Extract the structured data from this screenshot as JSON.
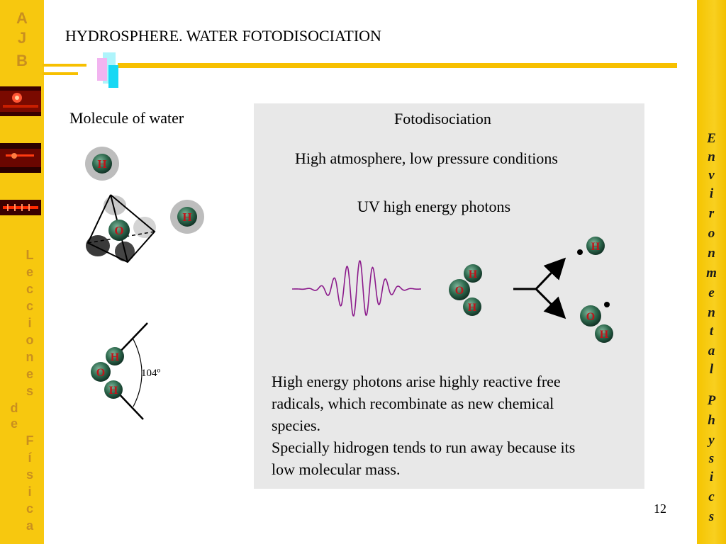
{
  "brand": {
    "logo_letters": [
      "A",
      "J",
      "B"
    ],
    "left_vertical_text": [
      "L",
      "e",
      "c",
      "c",
      "i",
      "o",
      "n",
      "e",
      "s",
      "d",
      "e",
      "F",
      "í",
      "s",
      "i",
      "c",
      "a"
    ],
    "right_vertical_text": [
      "E",
      "n",
      "v",
      "i",
      "r",
      "o",
      "n",
      "m",
      "e",
      "n",
      "t",
      "a",
      "l",
      "P",
      "h",
      "y",
      "s",
      "i",
      "c",
      "s"
    ]
  },
  "slide": {
    "title": "HYDROSPHERE. WATER FOTODISOCIATION",
    "number": "12"
  },
  "left_section": {
    "heading": "Molecule of water",
    "angle_label": "104º",
    "atom_labels": {
      "hydrogen": "H",
      "oxygen": "O"
    }
  },
  "panel": {
    "heading": "Fotodisociation",
    "line1": "High atmosphere, low pressure conditions",
    "line2": "UV high energy photons",
    "desc_lines": [
      "High energy photons arise highly reactive free",
      "radicals, which recombinate as new chemical",
      "species.",
      "Specially hidrogen tends to run away because its",
      "low molecular mass."
    ]
  },
  "colors": {
    "sidebar": "#f7c80f",
    "accent_line": "#f7c000",
    "panel_bg": "#e8e8e8",
    "atom_green": "#2f6b4f",
    "atom_label": "#c0141a",
    "wave": "#8b1a8b"
  }
}
